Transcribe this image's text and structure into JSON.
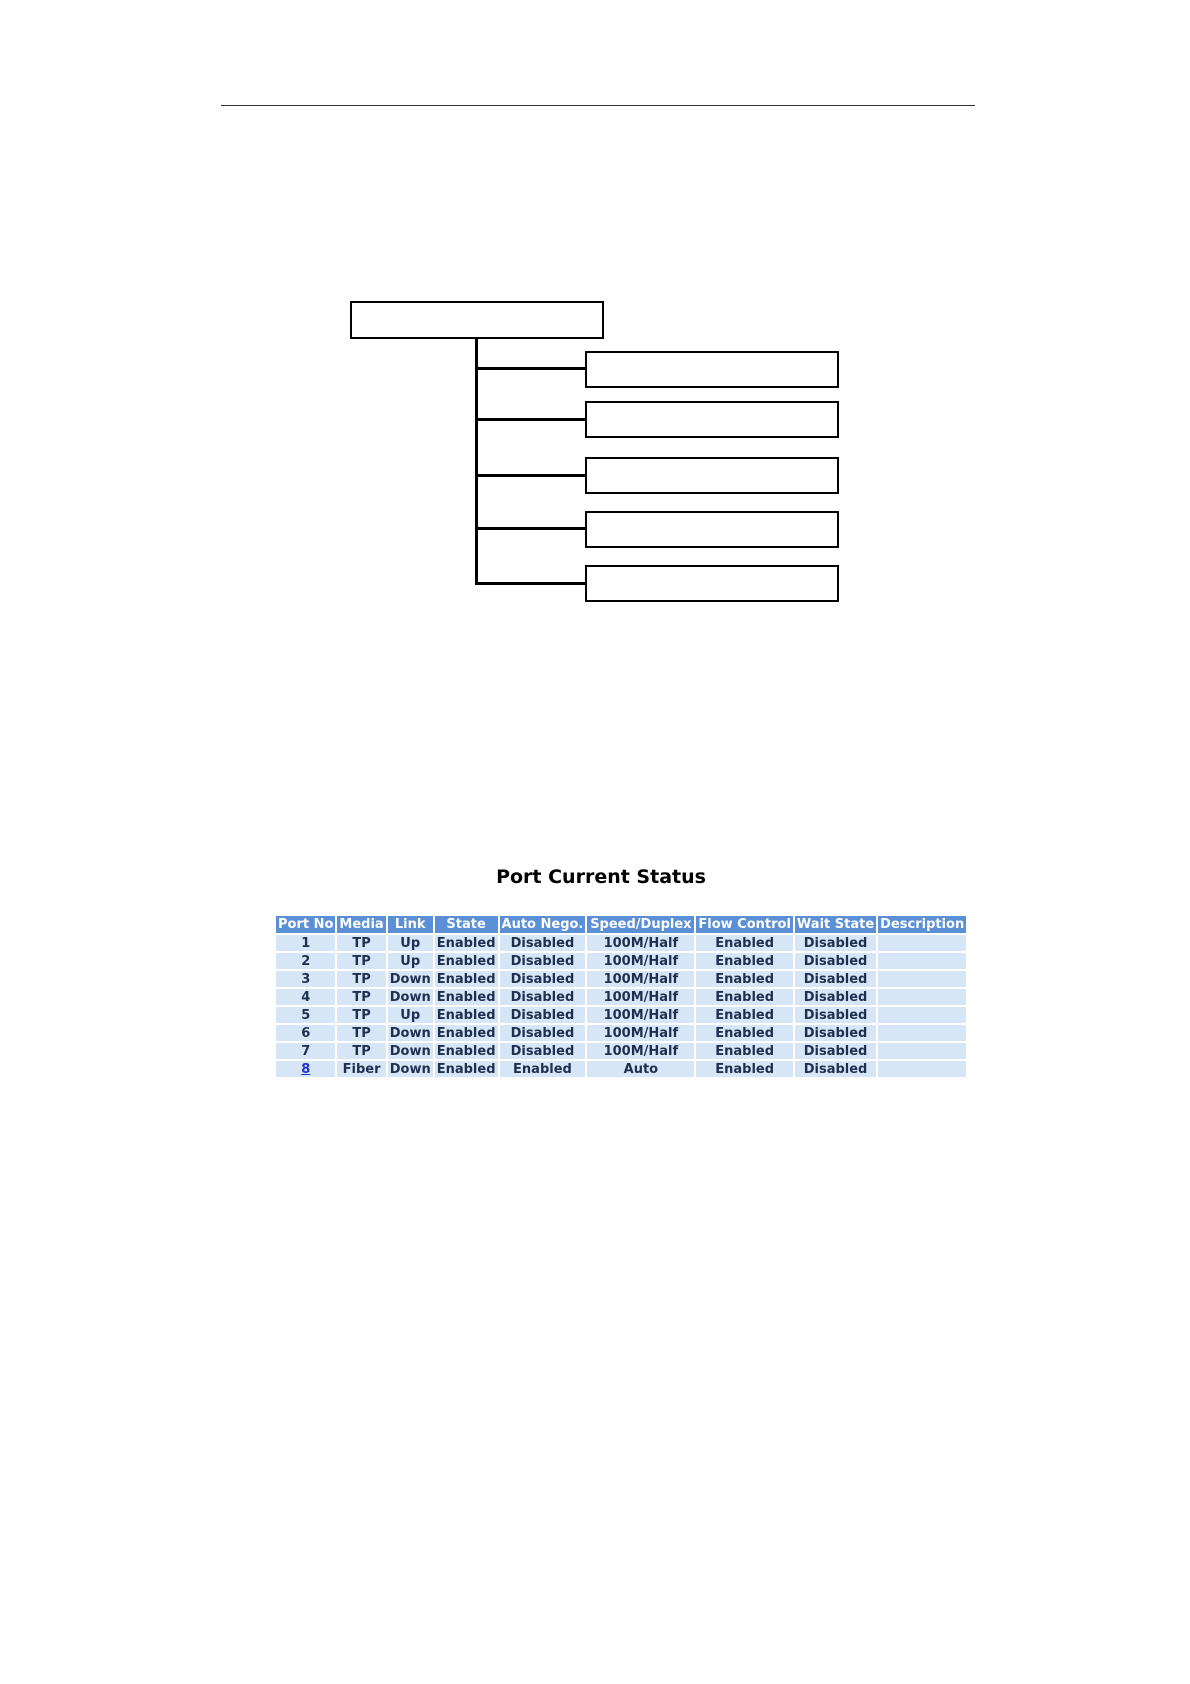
{
  "port_status": {
    "title": "Port Current Status",
    "columns": [
      "Port No",
      "Media",
      "Link",
      "State",
      "Auto Nego.",
      "Speed/Duplex",
      "Flow Control",
      "Wait State",
      "Description"
    ],
    "rows": [
      {
        "port": "1",
        "media": "TP",
        "link": "Up",
        "state": "Enabled",
        "auto_nego": "Disabled",
        "speed_duplex": "100M/Half",
        "flow_control": "Enabled",
        "wait_state": "Disabled",
        "description": ""
      },
      {
        "port": "2",
        "media": "TP",
        "link": "Up",
        "state": "Enabled",
        "auto_nego": "Disabled",
        "speed_duplex": "100M/Half",
        "flow_control": "Enabled",
        "wait_state": "Disabled",
        "description": ""
      },
      {
        "port": "3",
        "media": "TP",
        "link": "Down",
        "state": "Enabled",
        "auto_nego": "Disabled",
        "speed_duplex": "100M/Half",
        "flow_control": "Enabled",
        "wait_state": "Disabled",
        "description": ""
      },
      {
        "port": "4",
        "media": "TP",
        "link": "Down",
        "state": "Enabled",
        "auto_nego": "Disabled",
        "speed_duplex": "100M/Half",
        "flow_control": "Enabled",
        "wait_state": "Disabled",
        "description": ""
      },
      {
        "port": "5",
        "media": "TP",
        "link": "Up",
        "state": "Enabled",
        "auto_nego": "Disabled",
        "speed_duplex": "100M/Half",
        "flow_control": "Enabled",
        "wait_state": "Disabled",
        "description": ""
      },
      {
        "port": "6",
        "media": "TP",
        "link": "Down",
        "state": "Enabled",
        "auto_nego": "Disabled",
        "speed_duplex": "100M/Half",
        "flow_control": "Enabled",
        "wait_state": "Disabled",
        "description": ""
      },
      {
        "port": "7",
        "media": "TP",
        "link": "Down",
        "state": "Enabled",
        "auto_nego": "Disabled",
        "speed_duplex": "100M/Half",
        "flow_control": "Enabled",
        "wait_state": "Disabled",
        "description": ""
      },
      {
        "port": "8",
        "media": "Fiber",
        "link": "Down",
        "state": "Enabled",
        "auto_nego": "Enabled",
        "speed_duplex": "Auto",
        "flow_control": "Enabled",
        "wait_state": "Disabled",
        "description": ""
      }
    ]
  },
  "colors": {
    "header_bg": "#5b8fd6",
    "row_bg": "#d6e6f7",
    "link": "#1a35c9"
  }
}
